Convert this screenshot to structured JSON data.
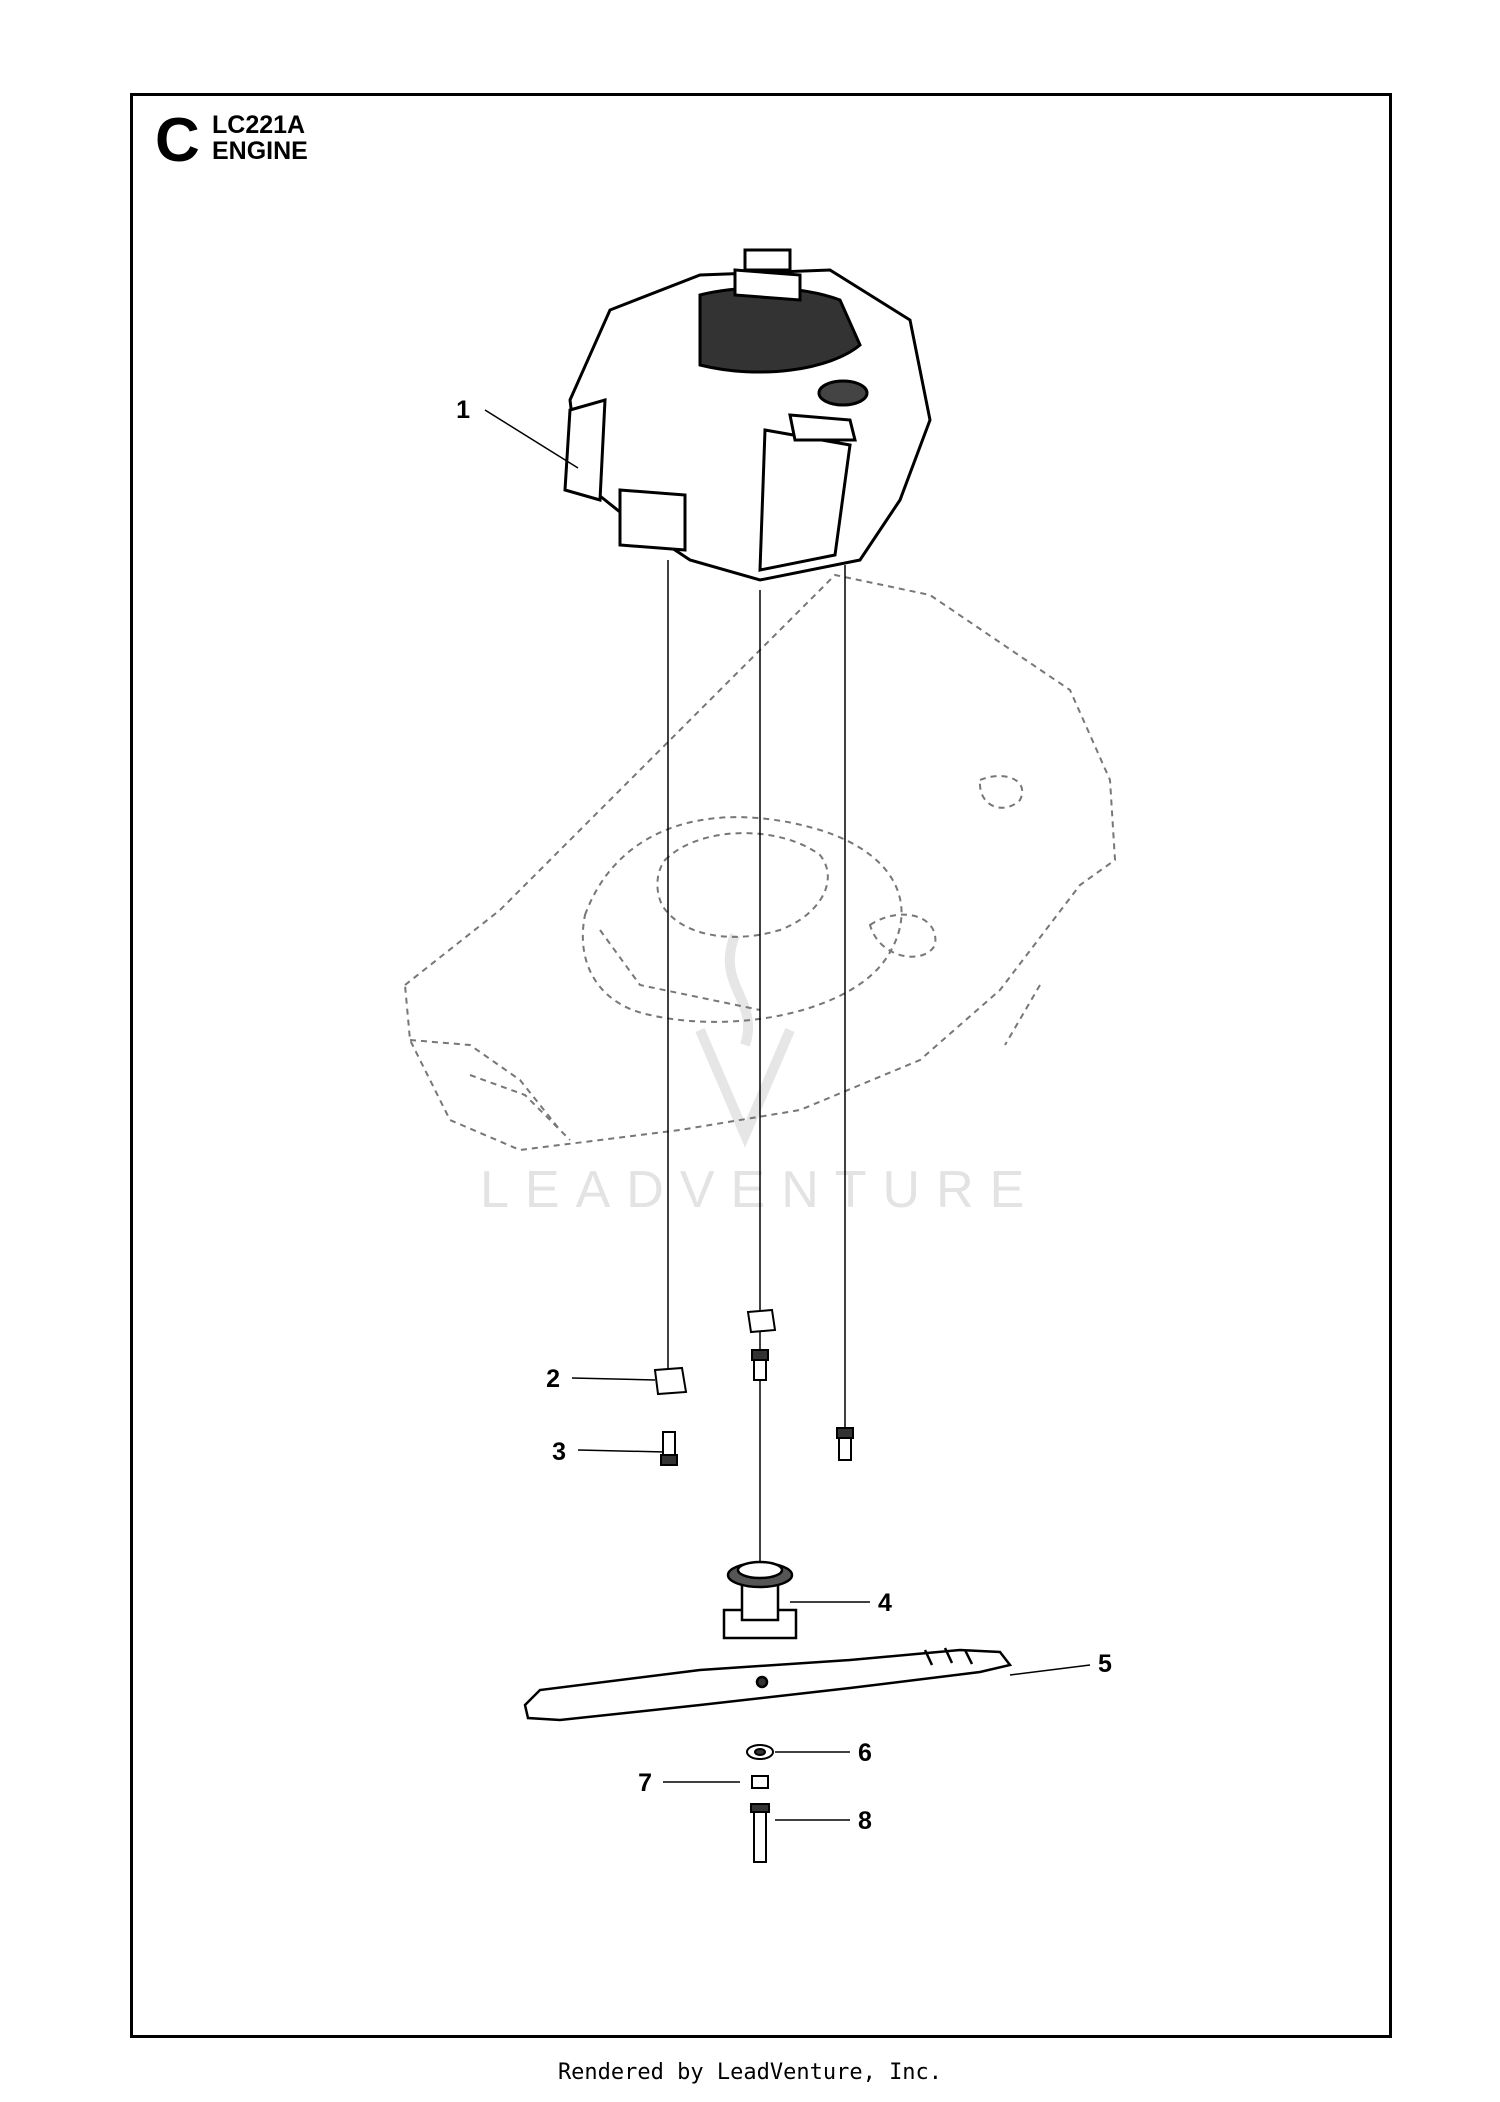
{
  "header": {
    "section_letter": "C",
    "model": "LC221A",
    "title": "ENGINE"
  },
  "watermark": "LEADVENTURE",
  "footer": "Rendered by LeadVenture, Inc.",
  "callouts": [
    {
      "id": "1",
      "label": "1"
    },
    {
      "id": "2",
      "label": "2"
    },
    {
      "id": "3",
      "label": "3"
    },
    {
      "id": "4",
      "label": "4"
    },
    {
      "id": "5",
      "label": "5"
    },
    {
      "id": "6",
      "label": "6"
    },
    {
      "id": "7",
      "label": "7"
    },
    {
      "id": "8",
      "label": "8"
    }
  ]
}
